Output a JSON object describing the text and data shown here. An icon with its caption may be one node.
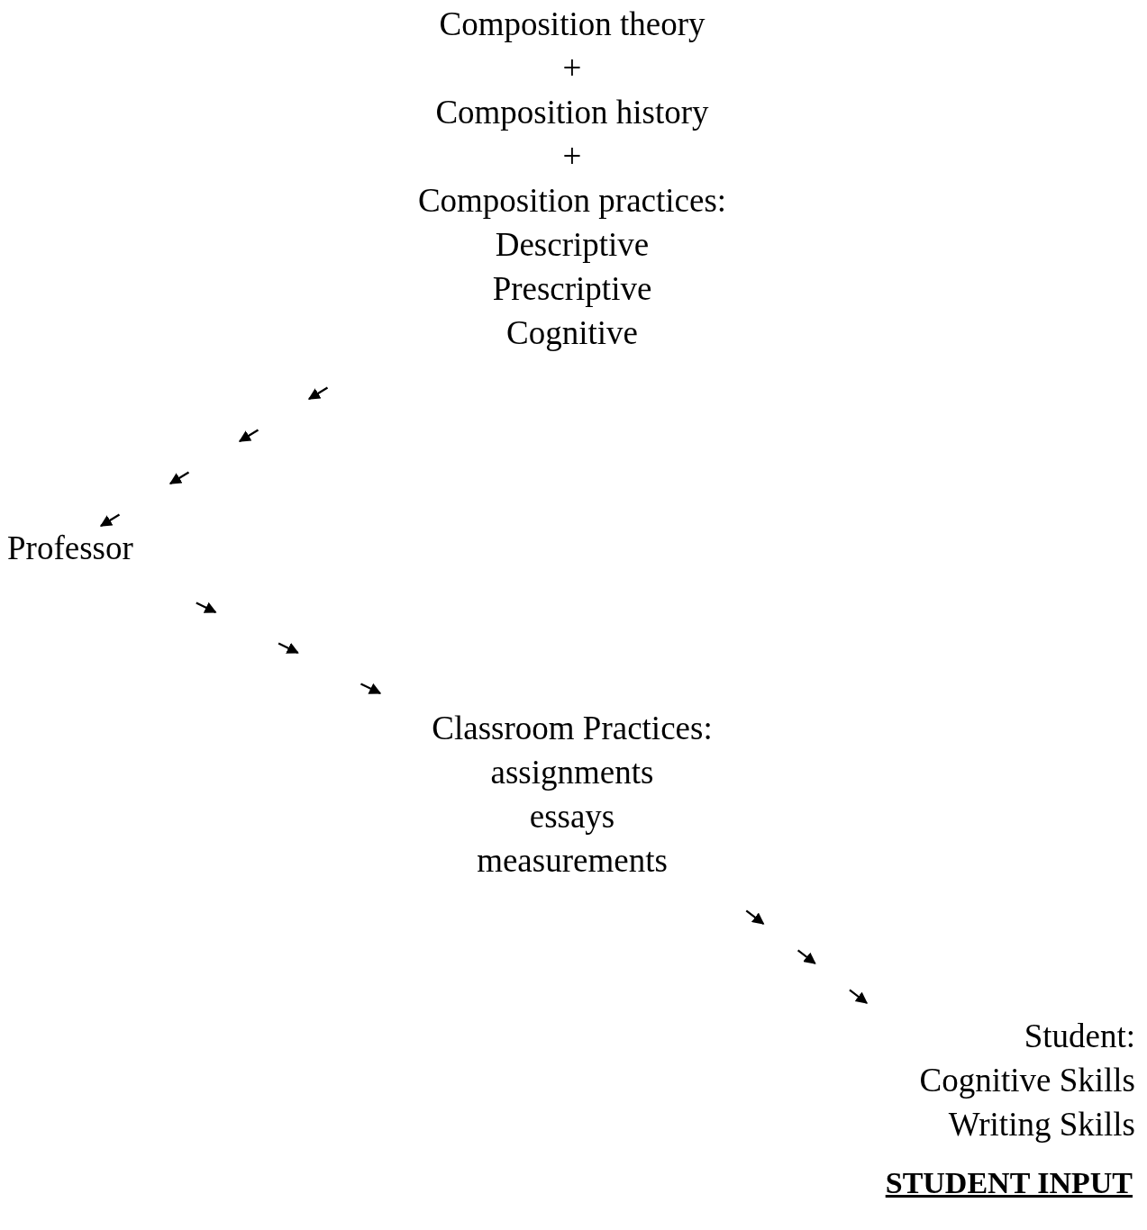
{
  "diagram": {
    "nodes": [
      {
        "text": [
          "Composition theory",
          "+",
          "Composition history",
          "+",
          "Composition practices:",
          "Descriptive",
          "Prescriptive",
          "Cognitive"
        ]
      },
      {
        "text": [
          "Professor"
        ]
      },
      {
        "text": [
          "Classroom Practices:",
          "assignments",
          "essays",
          "measurements"
        ]
      },
      {
        "text": [
          "Student:",
          "Cognitive Skills",
          "Writing Skills"
        ]
      }
    ],
    "edges": [
      {
        "from": 0,
        "to": 1,
        "arrow": "to"
      },
      {
        "from": 1,
        "to": 2,
        "arrow": "to"
      },
      {
        "from": 2,
        "to": 3,
        "arrow": "to"
      }
    ],
    "labels": [
      "STUDENT INPUT"
    ]
  }
}
